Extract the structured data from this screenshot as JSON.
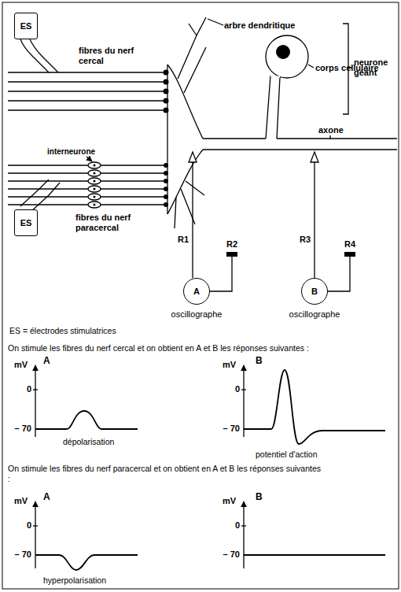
{
  "diagram": {
    "nodes": [
      {
        "text": [
          "ES"
        ]
      },
      {
        "text": [
          "ES"
        ]
      },
      {
        "text": [
          "A"
        ]
      },
      {
        "text": [
          "B"
        ]
      }
    ],
    "labels": [
      "fibres du nerf cercal",
      "arbre dendritique",
      "corps cellulaire",
      "neurone géant",
      "axone",
      "interneurone",
      "fibres du nerf paracercal",
      "R1",
      "R2",
      "R3",
      "R4",
      "oscillographe",
      "oscillographe",
      "ES = électrodes stimulatrices",
      "On stimule les fibres du nerf cercal et on obtient en A et B les réponses suivantes :",
      "mV",
      "A",
      "0",
      "– 70",
      "dépolarisation",
      "mV",
      "B",
      "0",
      "– 70",
      "potentiel d'action",
      "On stimule les fibres du nerf paracercal et on obtient en A et B les réponses suivantes :",
      "mV",
      "A",
      "0",
      "– 70",
      "hyperpolarisation",
      "mV",
      "B",
      "0",
      "– 70"
    ]
  }
}
